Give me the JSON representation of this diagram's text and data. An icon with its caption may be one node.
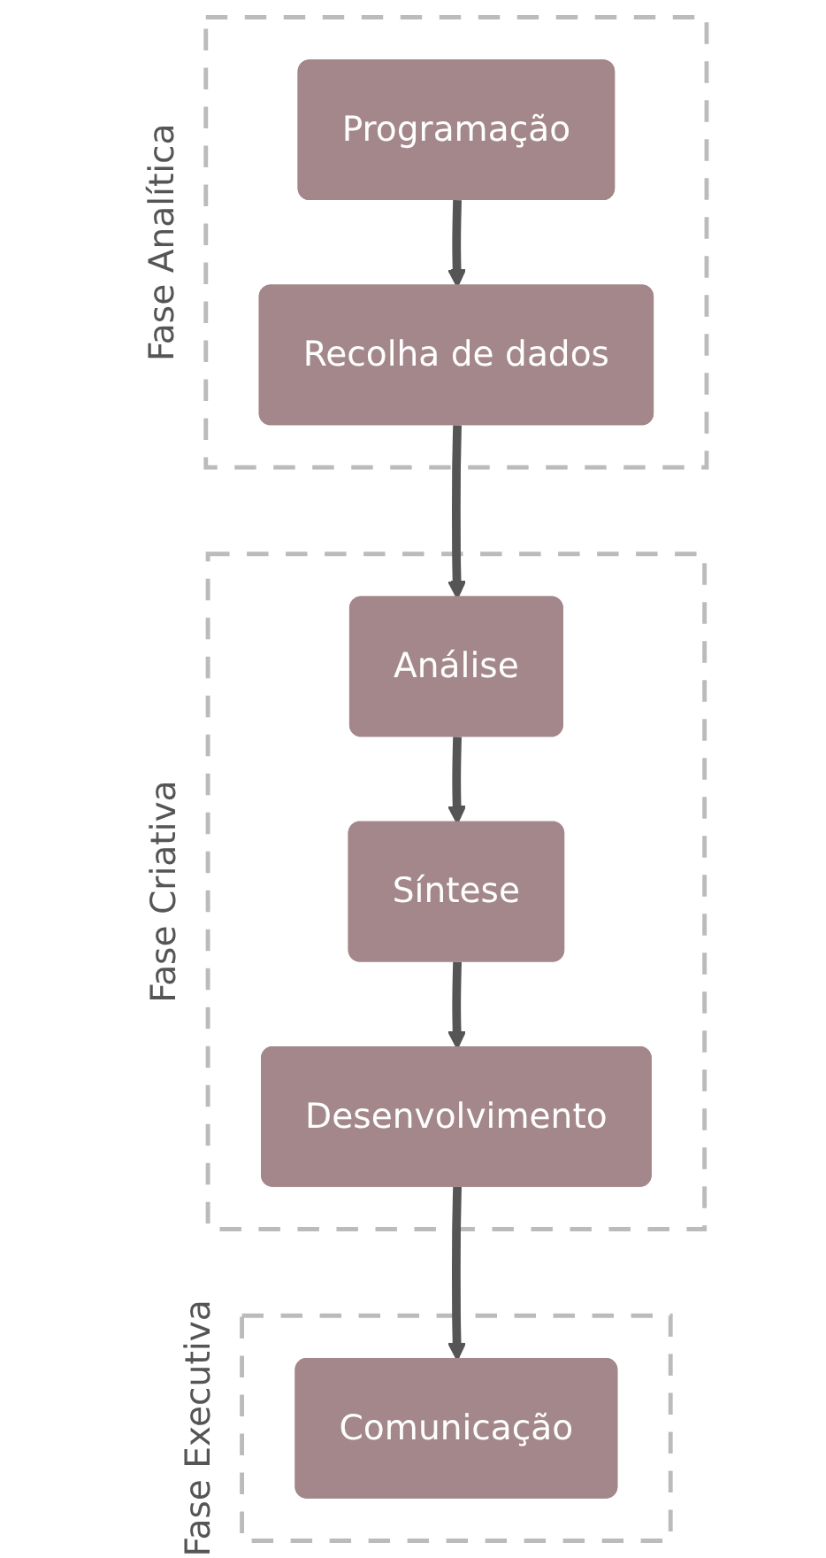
{
  "diagram": {
    "nodes": [
      {
        "text": [
          "Fase Analítica"
        ]
      },
      {
        "text": [
          "Programação"
        ],
        "in": 0
      },
      {
        "text": [
          "Recolha de dados"
        ],
        "in": 0
      },
      {
        "text": [
          "Fase Criativa"
        ]
      },
      {
        "text": [
          "Análise"
        ],
        "in": 3
      },
      {
        "text": [
          "Síntese"
        ],
        "in": 3
      },
      {
        "text": [
          "Desenvolvimento"
        ],
        "in": 3
      },
      {
        "text": [
          "Fase Executiva"
        ]
      },
      {
        "text": [
          "Comunicação"
        ],
        "in": 7
      }
    ],
    "edges": [
      {
        "from": 1,
        "to": 2,
        "arrow": "to"
      },
      {
        "from": 2,
        "to": 4,
        "arrow": "to"
      },
      {
        "from": 4,
        "to": 5,
        "arrow": "to"
      },
      {
        "from": 5,
        "to": 6,
        "arrow": "to"
      },
      {
        "from": 6,
        "to": 8,
        "arrow": "to"
      }
    ]
  }
}
